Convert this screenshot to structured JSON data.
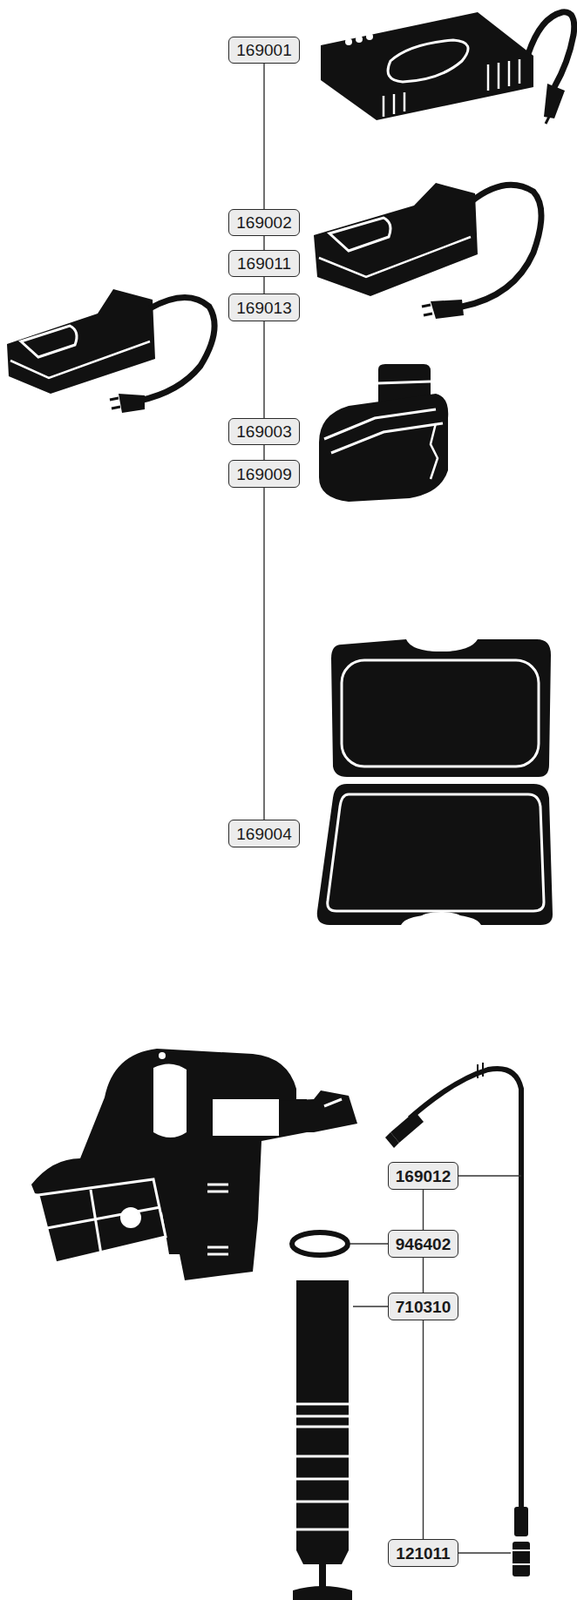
{
  "diagram": {
    "nodes": [
      {
        "text": [
          "169001"
        ]
      },
      {
        "text": [
          "169002"
        ]
      },
      {
        "text": [
          "169011"
        ]
      },
      {
        "text": [
          "169013"
        ]
      },
      {
        "text": [
          "169003"
        ]
      },
      {
        "text": [
          "169009"
        ]
      },
      {
        "text": [
          "169004"
        ]
      },
      {
        "text": [
          "169012"
        ]
      },
      {
        "text": [
          "946402"
        ]
      },
      {
        "text": [
          "710310"
        ]
      },
      {
        "text": [
          "121011"
        ]
      }
    ],
    "edges": [
      {
        "from": 0,
        "to": 1,
        "arrow": "none"
      },
      {
        "from": 1,
        "to": 2,
        "arrow": "none"
      },
      {
        "from": 2,
        "to": 3,
        "arrow": "none"
      },
      {
        "from": 3,
        "to": 4,
        "arrow": "none"
      },
      {
        "from": 4,
        "to": 5,
        "arrow": "none"
      },
      {
        "from": 5,
        "to": 6,
        "arrow": "none"
      },
      {
        "from": 7,
        "to": 8,
        "arrow": "none"
      },
      {
        "from": 8,
        "to": 9,
        "arrow": "none"
      },
      {
        "from": 9,
        "to": 10,
        "arrow": "none"
      }
    ]
  }
}
